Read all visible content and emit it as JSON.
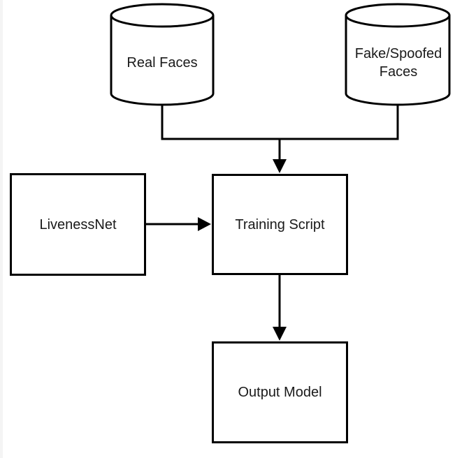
{
  "diagram": {
    "nodes": {
      "real_faces": {
        "label": "Real Faces",
        "shape": "cylinder"
      },
      "fake_spoofed_faces": {
        "label": "Fake/Spoofed Faces",
        "shape": "cylinder"
      },
      "livenessnet": {
        "label": "LivenessNet",
        "shape": "rect"
      },
      "training_script": {
        "label": "Training Script",
        "shape": "rect"
      },
      "output_model": {
        "label": "Output Model",
        "shape": "rect"
      }
    },
    "edges": [
      {
        "from": "real_faces",
        "to": "training_script",
        "arrow": true
      },
      {
        "from": "fake_spoofed_faces",
        "to": "training_script",
        "arrow": true
      },
      {
        "from": "livenessnet",
        "to": "training_script",
        "arrow": true
      },
      {
        "from": "training_script",
        "to": "output_model",
        "arrow": true
      }
    ],
    "colors": {
      "background": "#ffffff",
      "stroke": "#000000",
      "text": "#1a1a1a"
    }
  }
}
